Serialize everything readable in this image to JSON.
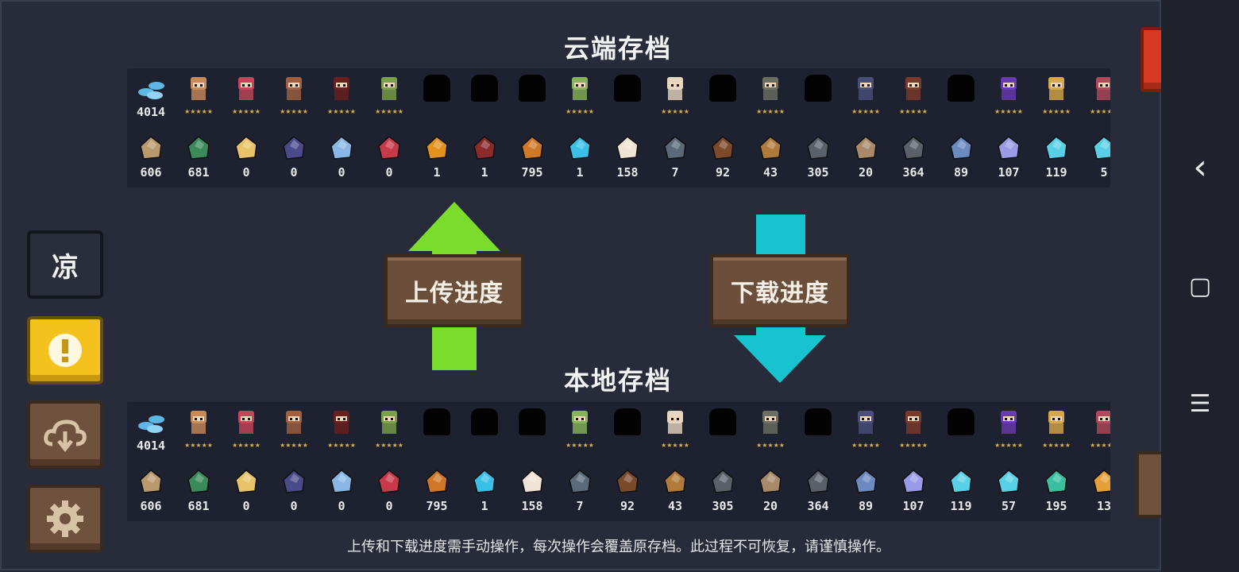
{
  "cloud": {
    "title": "云端存档",
    "heroes": [
      {
        "label": "4014",
        "kind": "gem",
        "color": "#5fb7e6"
      },
      {
        "label": "★★★★★",
        "kind": "hero",
        "color": "#c98a5a"
      },
      {
        "label": "★★★★★",
        "kind": "hero",
        "color": "#c7455a"
      },
      {
        "label": "★★★★★",
        "kind": "hero",
        "color": "#a06040"
      },
      {
        "label": "★★★★★",
        "kind": "hero",
        "color": "#6a1f1f"
      },
      {
        "label": "★★★★★",
        "kind": "hero",
        "color": "#7aa04a"
      },
      {
        "label": "",
        "kind": "locked",
        "color": "#000000"
      },
      {
        "label": "",
        "kind": "locked",
        "color": "#000000"
      },
      {
        "label": "",
        "kind": "locked",
        "color": "#000000"
      },
      {
        "label": "★★★★★",
        "kind": "hero",
        "color": "#86b45a"
      },
      {
        "label": "",
        "kind": "locked",
        "color": "#000000"
      },
      {
        "label": "★★★★★",
        "kind": "hero",
        "color": "#e6d6c0"
      },
      {
        "label": "",
        "kind": "locked",
        "color": "#000000"
      },
      {
        "label": "★★★★★",
        "kind": "hero",
        "color": "#6b6f62"
      },
      {
        "label": "",
        "kind": "locked",
        "color": "#000000"
      },
      {
        "label": "★★★★★",
        "kind": "hero",
        "color": "#4a4f7a"
      },
      {
        "label": "★★★★★",
        "kind": "hero",
        "color": "#7a3a2a"
      },
      {
        "label": "",
        "kind": "locked",
        "color": "#000000"
      },
      {
        "label": "★★★★★",
        "kind": "hero",
        "color": "#6a3ab0"
      },
      {
        "label": "★★★★★",
        "kind": "hero",
        "color": "#d7a84a"
      },
      {
        "label": "★★★★★",
        "kind": "hero",
        "color": "#b04a5a"
      }
    ],
    "materials": [
      {
        "label": "606",
        "color": "#b89a6e"
      },
      {
        "label": "681",
        "color": "#3a8a5a"
      },
      {
        "label": "0",
        "color": "#e9c36a"
      },
      {
        "label": "0",
        "color": "#4a4a8a"
      },
      {
        "label": "0",
        "color": "#8ab8e6"
      },
      {
        "label": "0",
        "color": "#c83a4a"
      },
      {
        "label": "1",
        "color": "#e3921c"
      },
      {
        "label": "1",
        "color": "#8a2a2a"
      },
      {
        "label": "795",
        "color": "#d0782a"
      },
      {
        "label": "1",
        "color": "#3ac0e6"
      },
      {
        "label": "158",
        "color": "#efe4d6"
      },
      {
        "label": "7",
        "color": "#5a6a7a"
      },
      {
        "label": "92",
        "color": "#7a4a2a"
      },
      {
        "label": "43",
        "color": "#b07a3a"
      },
      {
        "label": "305",
        "color": "#5a5f6a"
      },
      {
        "label": "20",
        "color": "#a88a6a"
      },
      {
        "label": "364",
        "color": "#5a5f6a"
      },
      {
        "label": "89",
        "color": "#6a8ac0"
      },
      {
        "label": "107",
        "color": "#9a9ae6"
      },
      {
        "label": "119",
        "color": "#5ad0e6"
      },
      {
        "label": "5",
        "color": "#5ad0e6"
      }
    ]
  },
  "local": {
    "title": "本地存档",
    "heroes": [
      {
        "label": "4014",
        "kind": "gem",
        "color": "#5fb7e6"
      },
      {
        "label": "★★★★★",
        "kind": "hero",
        "color": "#c98a5a"
      },
      {
        "label": "★★★★★",
        "kind": "hero",
        "color": "#c7455a"
      },
      {
        "label": "★★★★★",
        "kind": "hero",
        "color": "#a06040"
      },
      {
        "label": "★★★★★",
        "kind": "hero",
        "color": "#6a1f1f"
      },
      {
        "label": "★★★★★",
        "kind": "hero",
        "color": "#7aa04a"
      },
      {
        "label": "",
        "kind": "locked",
        "color": "#000000"
      },
      {
        "label": "",
        "kind": "locked",
        "color": "#000000"
      },
      {
        "label": "",
        "kind": "locked",
        "color": "#000000"
      },
      {
        "label": "★★★★★",
        "kind": "hero",
        "color": "#86b45a"
      },
      {
        "label": "",
        "kind": "locked",
        "color": "#000000"
      },
      {
        "label": "★★★★★",
        "kind": "hero",
        "color": "#e6d6c0"
      },
      {
        "label": "",
        "kind": "locked",
        "color": "#000000"
      },
      {
        "label": "★★★★★",
        "kind": "hero",
        "color": "#6b6f62"
      },
      {
        "label": "",
        "kind": "locked",
        "color": "#000000"
      },
      {
        "label": "★★★★★",
        "kind": "hero",
        "color": "#4a4f7a"
      },
      {
        "label": "★★★★★",
        "kind": "hero",
        "color": "#7a3a2a"
      },
      {
        "label": "",
        "kind": "locked",
        "color": "#000000"
      },
      {
        "label": "★★★★★",
        "kind": "hero",
        "color": "#6a3ab0"
      },
      {
        "label": "★★★★★",
        "kind": "hero",
        "color": "#d7a84a"
      },
      {
        "label": "★★★★★",
        "kind": "hero",
        "color": "#b04a5a"
      }
    ],
    "materials": [
      {
        "label": "606",
        "color": "#b89a6e"
      },
      {
        "label": "681",
        "color": "#3a8a5a"
      },
      {
        "label": "0",
        "color": "#e9c36a"
      },
      {
        "label": "0",
        "color": "#4a4a8a"
      },
      {
        "label": "0",
        "color": "#8ab8e6"
      },
      {
        "label": "0",
        "color": "#c83a4a"
      },
      {
        "label": "795",
        "color": "#d0782a"
      },
      {
        "label": "1",
        "color": "#3ac0e6"
      },
      {
        "label": "158",
        "color": "#efe4d6"
      },
      {
        "label": "7",
        "color": "#5a6a7a"
      },
      {
        "label": "92",
        "color": "#7a4a2a"
      },
      {
        "label": "43",
        "color": "#b07a3a"
      },
      {
        "label": "305",
        "color": "#5a5f6a"
      },
      {
        "label": "20",
        "color": "#a88a6a"
      },
      {
        "label": "364",
        "color": "#5a5f6a"
      },
      {
        "label": "89",
        "color": "#6a8ac0"
      },
      {
        "label": "107",
        "color": "#9a9ae6"
      },
      {
        "label": "119",
        "color": "#5ad0e6"
      },
      {
        "label": "57",
        "color": "#5ad0e6"
      },
      {
        "label": "195",
        "color": "#3ac0a0"
      },
      {
        "label": "13",
        "color": "#e6a03a"
      }
    ]
  },
  "actions": {
    "upload_label": "上传进度",
    "download_label": "下载进度",
    "upload_color": "#7cdc2c",
    "download_color": "#16c3cf"
  },
  "sidebar": {
    "account_label": "凉"
  },
  "notice": "上传和下载进度需手动操作，每次操作会覆盖原存档。此过程不可恢复，请谨慎操作。",
  "nav": {
    "back_icon": "‹",
    "home_icon": "▢",
    "menu_icon": "☰"
  }
}
